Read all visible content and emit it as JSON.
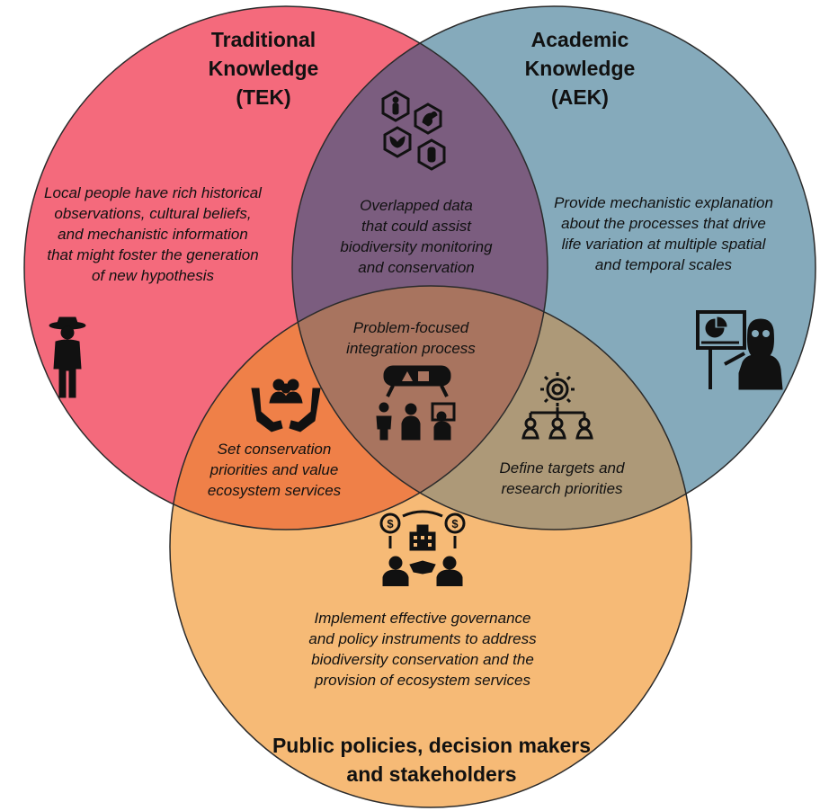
{
  "colors": {
    "tek_circle": "#f46a7c",
    "aek_circle": "#85aabb",
    "policy_circle": "#f6ba76",
    "tek_aek_overlap": "#7b5d7f",
    "tek_policy_overlap": "#ef8048",
    "aek_policy_overlap": "#ad9978",
    "center_overlap": "#a8745f",
    "circle_stroke": "#2b2b2b",
    "icon_color": "#111111"
  },
  "tek": {
    "title_lines": [
      "Traditional",
      "Knowledge",
      "(TEK)"
    ],
    "description_lines": [
      "Local people have rich historical",
      "observations, cultural beliefs,",
      "and mechanistic information",
      "that might foster the generation",
      "of new hypothesis"
    ],
    "icon": "ranger-person-icon"
  },
  "aek": {
    "title_lines": [
      "Academic",
      "Knowledge",
      "(AEK)"
    ],
    "description_lines": [
      "Provide mechanistic explanation",
      "about the processes that drive",
      "life variation at multiple spatial",
      "and temporal scales"
    ],
    "icon": "teacher-presentation-icon"
  },
  "policy": {
    "title_lines": [
      "Public policies, decision makers",
      "and stakeholders"
    ],
    "description_lines": [
      "Implement effective governance",
      "and policy instruments to address",
      "biodiversity conservation and the",
      "provision of ecosystem services"
    ],
    "icon": "governance-handshake-icon"
  },
  "tek_aek": {
    "description_lines": [
      "Overlapped  data",
      "that could assist",
      "biodiversity monitoring",
      "and conservation"
    ],
    "icon": "biodiversity-hexagons-icon"
  },
  "tek_policy": {
    "description_lines": [
      "Set conservation",
      "priorities and value",
      "ecosystem services"
    ],
    "icon": "hands-people-icon"
  },
  "aek_policy": {
    "description_lines": [
      "Define targets and",
      "research priorities"
    ],
    "icon": "gear-hierarchy-icon"
  },
  "center": {
    "description_lines": [
      "Problem-focused",
      "integration process"
    ],
    "icon": "integration-meeting-icon"
  }
}
